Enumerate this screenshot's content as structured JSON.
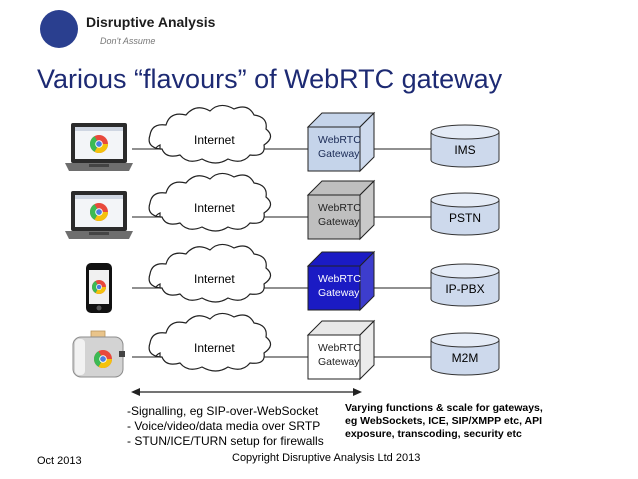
{
  "logo": {
    "name": "Disruptive Analysis",
    "tagline": "Don't Assume"
  },
  "title": "Various “flavours” of WebRTC gateway",
  "rows": [
    {
      "device": "laptop-icon",
      "cloud_label": "Internet",
      "gateway_label_1": "WebRTC",
      "gateway_label_2": "Gateway",
      "gateway_color": "#c5d4ea",
      "gateway_text_color": "#1a2a55",
      "endpoint": "IMS"
    },
    {
      "device": "laptop-icon",
      "cloud_label": "Internet",
      "gateway_label_1": "WebRTC",
      "gateway_label_2": "Gateway",
      "gateway_color": "#bfbfbf",
      "gateway_text_color": "#222222",
      "endpoint": "PSTN"
    },
    {
      "device": "smartphone-icon",
      "cloud_label": "Internet",
      "gateway_label_1": "WebRTC",
      "gateway_label_2": "Gateway",
      "gateway_color": "#1b1bc4",
      "gateway_text_color": "#ffffff",
      "endpoint": "IP-PBX"
    },
    {
      "device": "toaster-icon",
      "cloud_label": "Internet",
      "gateway_label_1": "WebRTC",
      "gateway_label_2": "Gateway",
      "gateway_color": "#ffffff",
      "gateway_text_color": "#222222",
      "endpoint": "M2M"
    }
  ],
  "notes": [
    "-Signalling, eg SIP-over-WebSocket",
    "- Voice/video/data media over SRTP",
    "- STUN/ICE/TURN setup for firewalls"
  ],
  "varying": [
    "Varying functions & scale for gateways,",
    "eg WebSockets, ICE, SIP/XMPP etc, API",
    "exposure, transcoding, security etc"
  ],
  "footer": {
    "date": "Oct 2013",
    "copyright": "Copyright Disruptive Analysis Ltd 2013"
  },
  "colors": {
    "title": "#1d2a73",
    "cylinder_fill": "#cdd9ec",
    "cylinder_top": "#e4ebf6",
    "cylinder_stroke": "#333333"
  }
}
